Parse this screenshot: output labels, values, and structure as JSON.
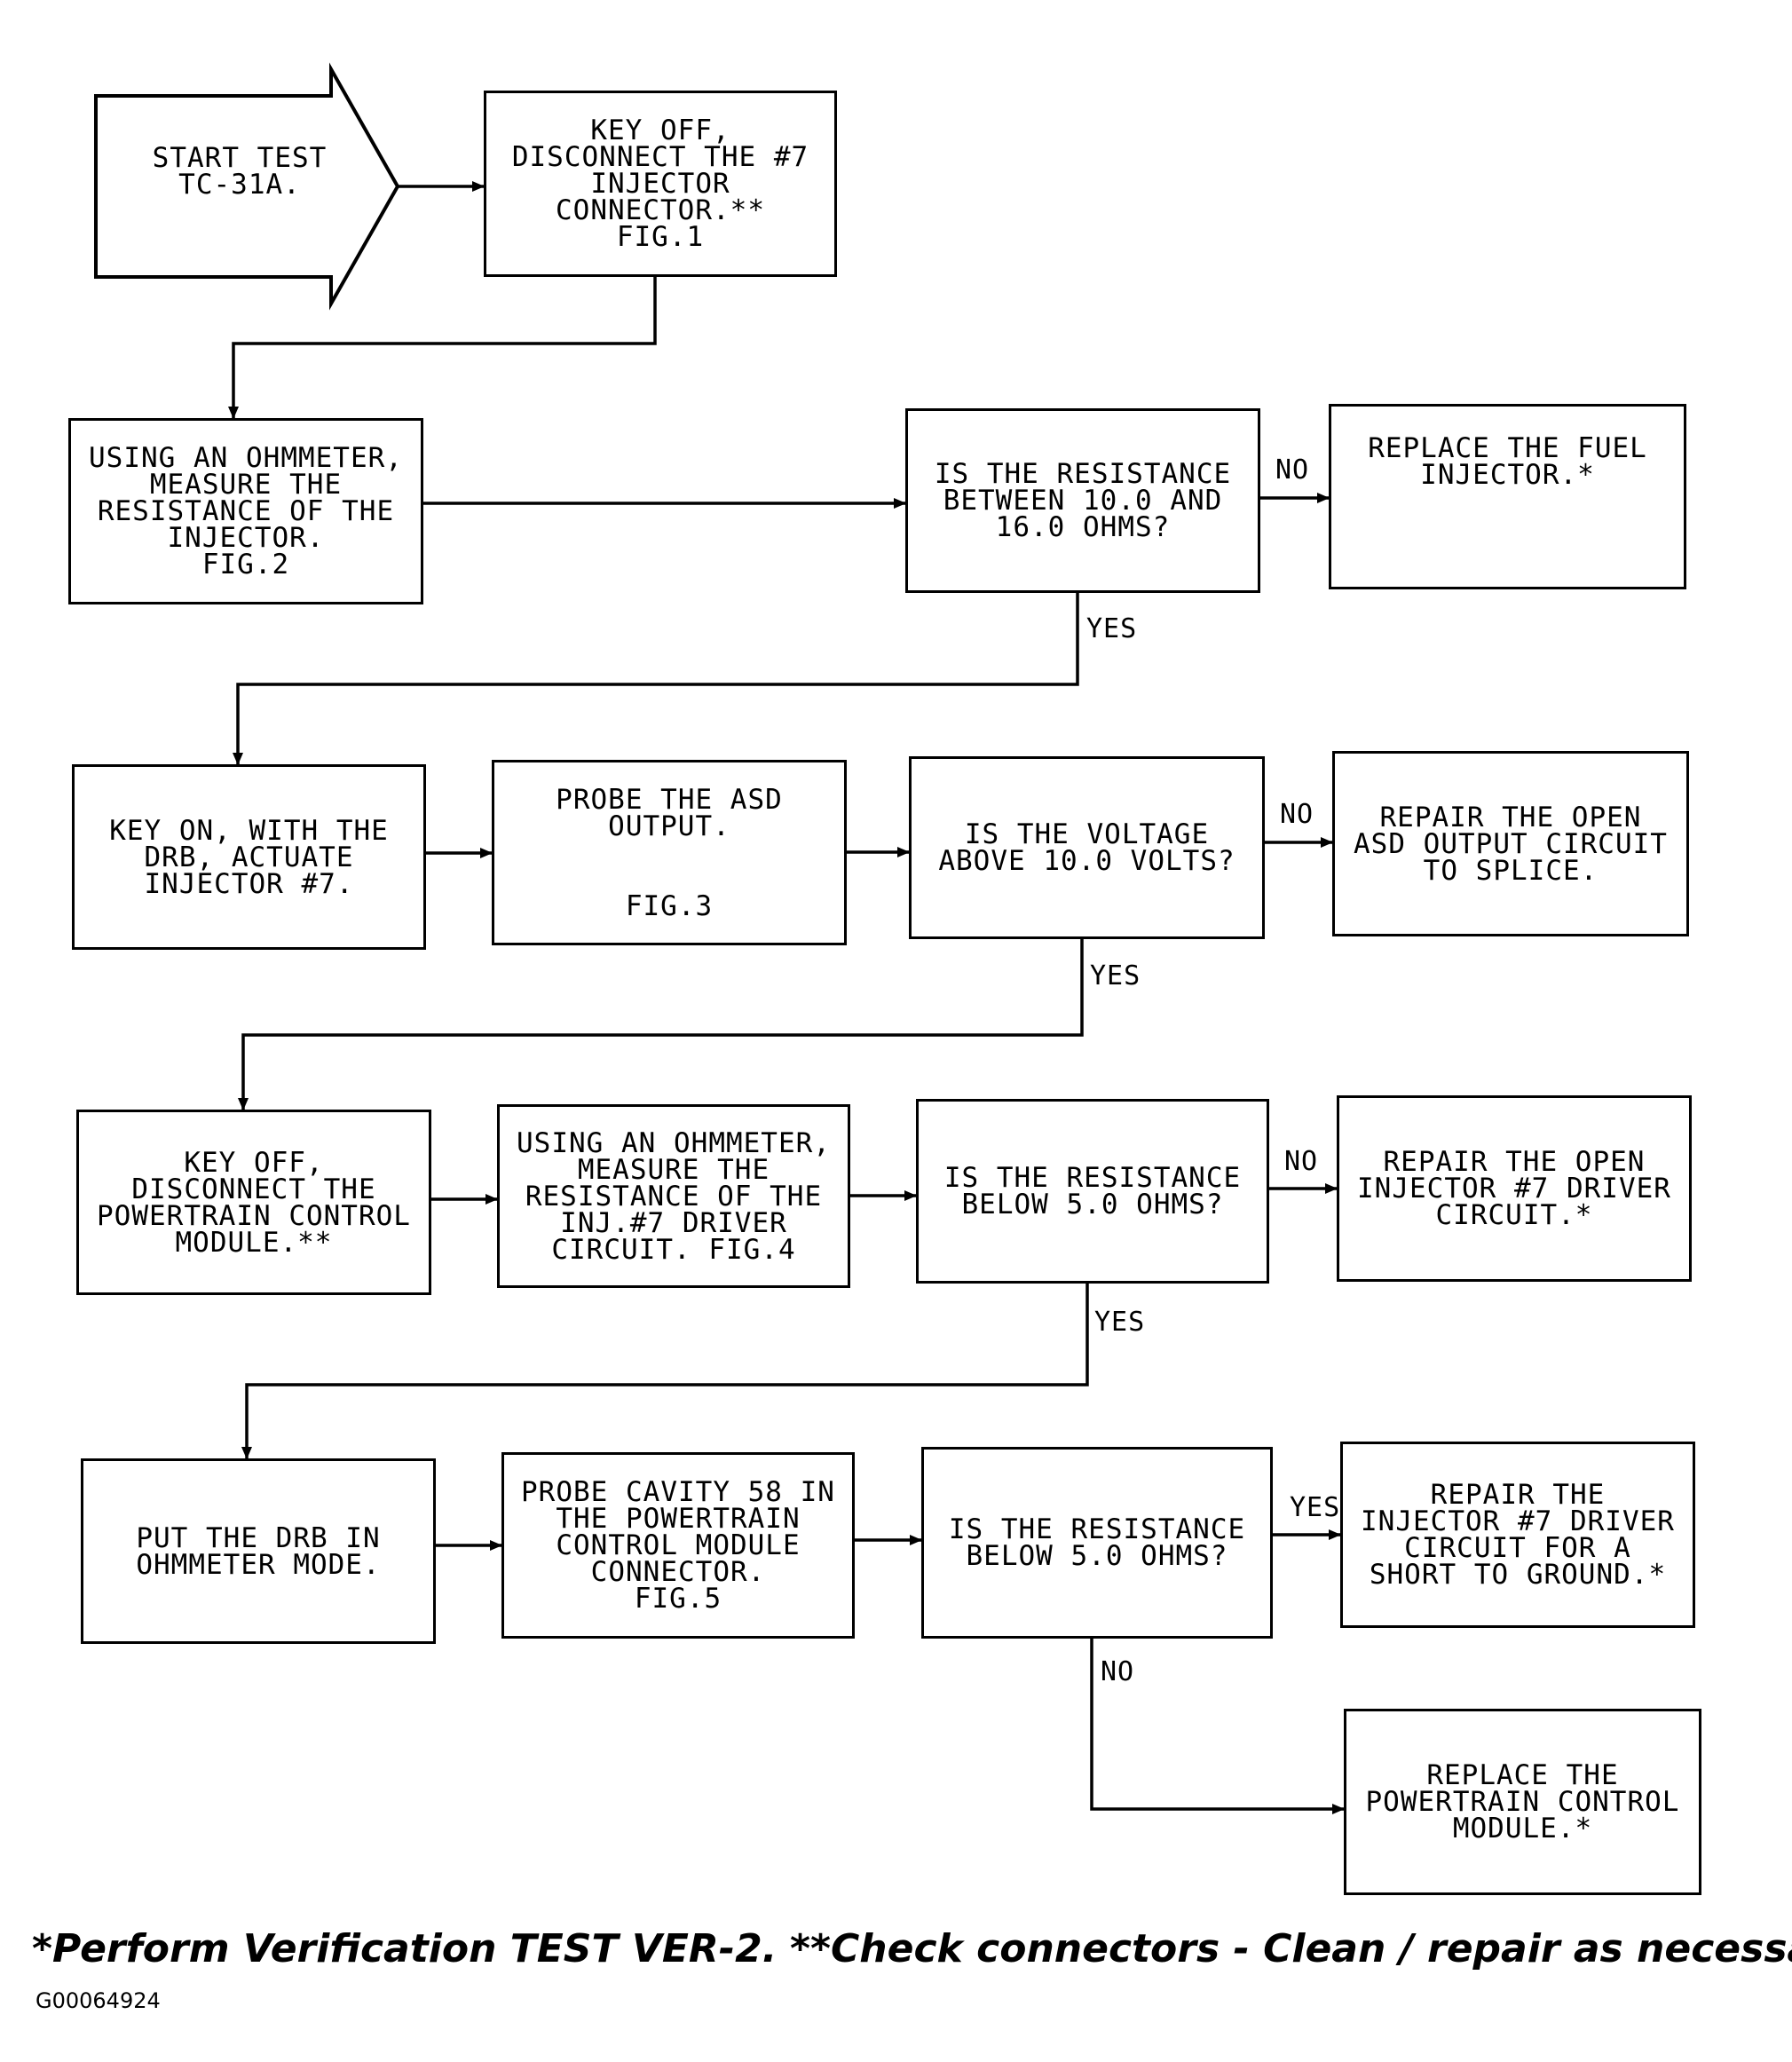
{
  "start": {
    "text": "START TEST\nTC-31A."
  },
  "boxes": {
    "b1": "KEY OFF,\nDISCONNECT THE #7\nINJECTOR\nCONNECTOR.**\nFIG.1",
    "b2": "USING AN OHMMETER,\nMEASURE THE\nRESISTANCE OF THE\nINJECTOR.\nFIG.2",
    "d1": "IS THE RESISTANCE\nBETWEEN 10.0 AND\n16.0 OHMS?",
    "r1": "REPLACE THE FUEL\nINJECTOR.*",
    "b3": "KEY ON, WITH THE\nDRB, ACTUATE\nINJECTOR #7.",
    "b4": "PROBE THE ASD\nOUTPUT.\n\n\nFIG.3",
    "d2": "IS THE VOLTAGE\nABOVE 10.0 VOLTS?",
    "r2": "REPAIR THE OPEN\nASD OUTPUT CIRCUIT\nTO SPLICE.",
    "b5": "KEY OFF,\nDISCONNECT THE\nPOWERTRAIN CONTROL\nMODULE.**",
    "b6": "USING AN OHMMETER,\nMEASURE THE\nRESISTANCE OF THE\nINJ.#7 DRIVER\nCIRCUIT. FIG.4",
    "d3": "IS THE RESISTANCE\nBELOW 5.0 OHMS?",
    "r3": "REPAIR THE OPEN\nINJECTOR #7 DRIVER\nCIRCUIT.*",
    "b7": "PUT THE DRB IN\nOHMMETER MODE.",
    "b8": "PROBE CAVITY 58 IN\nTHE POWERTRAIN\nCONTROL MODULE\nCONNECTOR.\nFIG.5",
    "d4": "IS THE RESISTANCE\nBELOW 5.0 OHMS?",
    "r4": "REPAIR THE\nINJECTOR #7 DRIVER\nCIRCUIT FOR A\nSHORT TO GROUND.*",
    "r5": "REPLACE THE\nPOWERTRAIN CONTROL\nMODULE.*"
  },
  "labels": {
    "no1": "NO",
    "yes1": "YES",
    "no2": "NO",
    "yes2": "YES",
    "no3": "NO",
    "yes3": "YES",
    "yes4": "YES",
    "no4": "NO"
  },
  "footnotes": {
    "single": "*Perform Verification TEST VER-2.",
    "double": "**Check connectors - Clean / repair as necessary."
  },
  "figure_code": "G00064924"
}
